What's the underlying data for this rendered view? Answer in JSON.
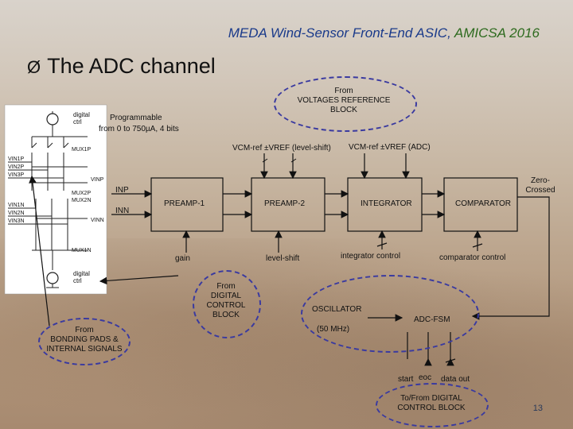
{
  "slide": {
    "title_main": "MEDA Wind-Sensor Front-End ASIC,",
    "title_conf": "AMICSA 2016",
    "heading": "The ADC channel",
    "heading_bullet": "Ø",
    "page_number": "13"
  },
  "schematic": {
    "digital_ctrl_top": "digital ctrl",
    "digital_ctrl_bottom": "digital ctrl",
    "programmable": "Programmable",
    "programmable_range": "from 0 to 750µA, 4 bits",
    "mux": [
      "MUX1P",
      "MUX2P",
      "MUX2N",
      "MUX1N"
    ],
    "inputs": [
      "VIN1P",
      "VIN2P",
      "VIN3P",
      "VIN1N",
      "VIN2N",
      "VIN3N"
    ],
    "outputs": [
      "VINP",
      "VINN"
    ]
  },
  "diagram": {
    "ref_block_label": "From VOLTAGES REFERENCE BLOCK",
    "ref_block_lines": [
      "From",
      "VOLTAGES REFERENCE",
      "BLOCK"
    ],
    "vcm_level_shift": "VCM-ref ±VREF (level-shift)",
    "vcm_adc": "VCM-ref ±VREF (ADC)",
    "inp": "INP",
    "inn": "INN",
    "blocks": {
      "preamp1": "PREAMP-1",
      "preamp2": "PREAMP-2",
      "integrator": "INTEGRATOR",
      "comparator": "COMPARATOR",
      "oscillator": "OSCILLATOR",
      "oscillator_freq": "(50 MHz)",
      "adc_fsm": "ADC-FSM"
    },
    "zero_crossed": [
      "Zero-",
      "Crossed"
    ],
    "controls": {
      "gain": "gain",
      "level_shift": "level-shift",
      "integrator_control": "integrator control",
      "comparator_control": "comparator control"
    },
    "digital_control_lines": [
      "From",
      "DIGITAL",
      "CONTROL",
      "BLOCK"
    ],
    "bonding_lines": [
      "From",
      "BONDING PADS &",
      "INTERNAL SIGNALS"
    ],
    "signals": {
      "start": "start",
      "eoc": "eoc",
      "data_out": "data out"
    },
    "to_from_lines": [
      "To/From DIGITAL",
      "CONTROL BLOCK"
    ]
  }
}
